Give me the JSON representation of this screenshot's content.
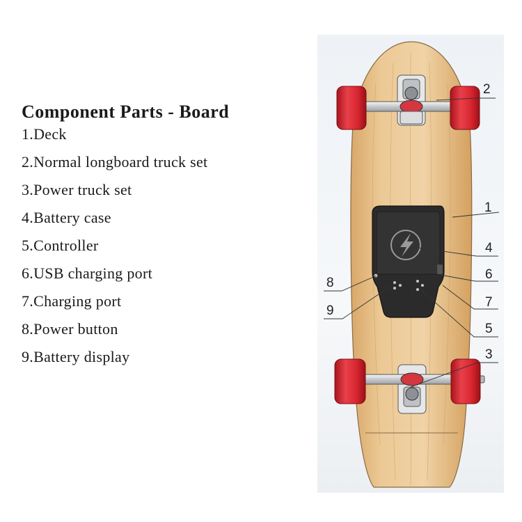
{
  "title": "Component  Parts - Board",
  "parts": [
    "1.Deck",
    "2.Normal longboard truck set",
    "3.Power truck set",
    "4.Battery case",
    "5.Controller",
    "6.USB charging port",
    "7.Charging port",
    "8.Power button",
    "9.Battery display"
  ],
  "callouts": [
    "1",
    "2",
    "3",
    "4",
    "5",
    "6",
    "7",
    "8",
    "9"
  ],
  "colors": {
    "deck": "#e9c48f",
    "wheel": "#e0303a",
    "battery": "#2a2a2a",
    "truck": "#d7d9dc"
  }
}
